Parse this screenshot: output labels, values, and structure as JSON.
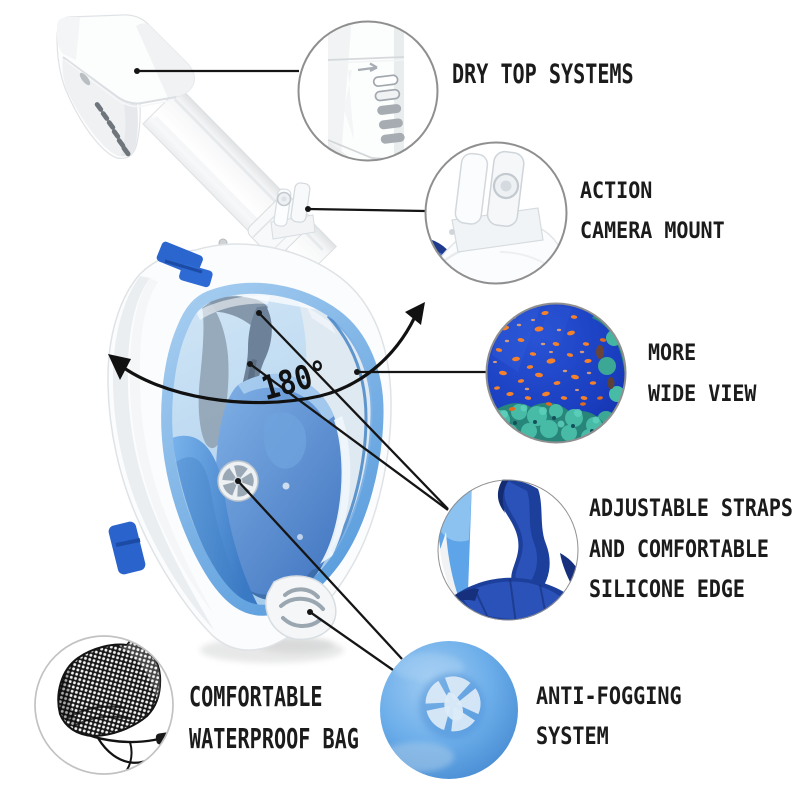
{
  "page": {
    "background": "#ffffff"
  },
  "annotations": {
    "fov": "180°"
  },
  "callouts": {
    "dry_top": {
      "line1": "DRY TOP SYSTEMS"
    },
    "camera": {
      "line1": "ACTION",
      "line2": "CAMERA MOUNT"
    },
    "wide_view": {
      "line1": "MORE",
      "line2": "WIDE VIEW"
    },
    "straps": {
      "line1": "ADJUSTABLE STRAPS",
      "line2": "AND COMFORTABLE",
      "line3": "SILICONE EDGE"
    },
    "anti_fog": {
      "line1": "ANTI-FOGGING",
      "line2": "SYSTEM"
    },
    "bag": {
      "line1": "COMFORTABLE",
      "line2": "WATERPROOF BAG"
    }
  },
  "colors": {
    "text": "#1b1b1b",
    "line": "#151515",
    "circle_border": "#8f8f8f",
    "mask_white": "#fbfcfd",
    "mask_blue_rim": "#6fade2",
    "glass_light": "#d7e9f7",
    "inner_mask_blue": "#5f9ad8",
    "strap_navy": "#1d3f9c",
    "clip_blue": "#2b66cf",
    "ball_blue": "#5fa5e6",
    "water_blue": "#1a3ec0",
    "coral_teal": "#3cb8a6",
    "fish_orange": "#f5822a",
    "bag_black": "#1c1c1c"
  }
}
